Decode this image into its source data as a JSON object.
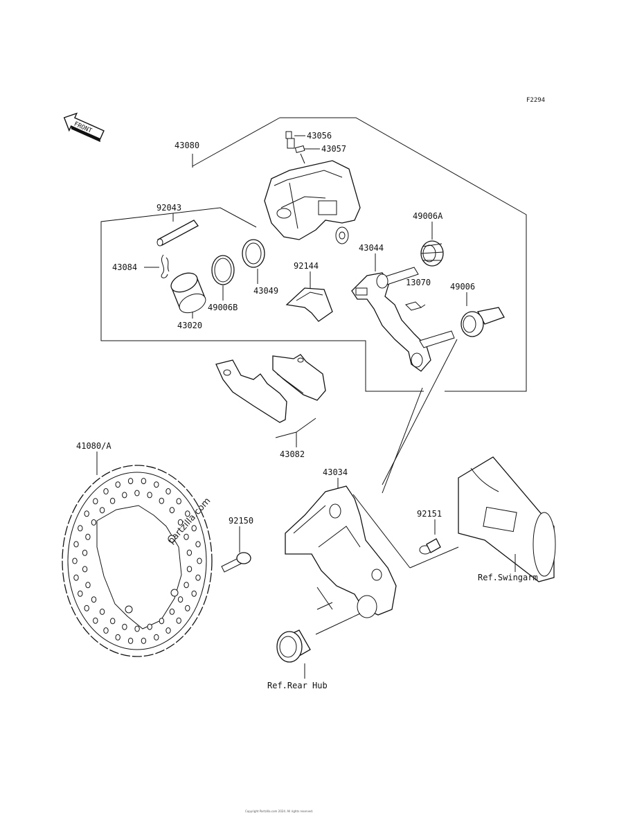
{
  "figure_code": "F2294",
  "front_arrow_text": "FRONT",
  "watermark": "partzilla.com",
  "footer_text": "Copyright Partzilla.com 2024. All rights reserved.",
  "labels": {
    "p43080": "43080",
    "p43056": "43056",
    "p43057": "43057",
    "p92043": "92043",
    "p49006A": "49006A",
    "p43084": "43084",
    "p43044": "43044",
    "p92144": "92144",
    "p13070": "13070",
    "p43049": "43049",
    "p49006": "49006",
    "p43020": "43020",
    "p49006B": "49006B",
    "p43082": "43082",
    "p41080A": "41080/A",
    "p43034": "43034",
    "p92150": "92150",
    "p92151": "92151",
    "ref_swingarm": "Ref.Swingarm",
    "ref_rear_hub": "Ref.Rear Hub"
  }
}
